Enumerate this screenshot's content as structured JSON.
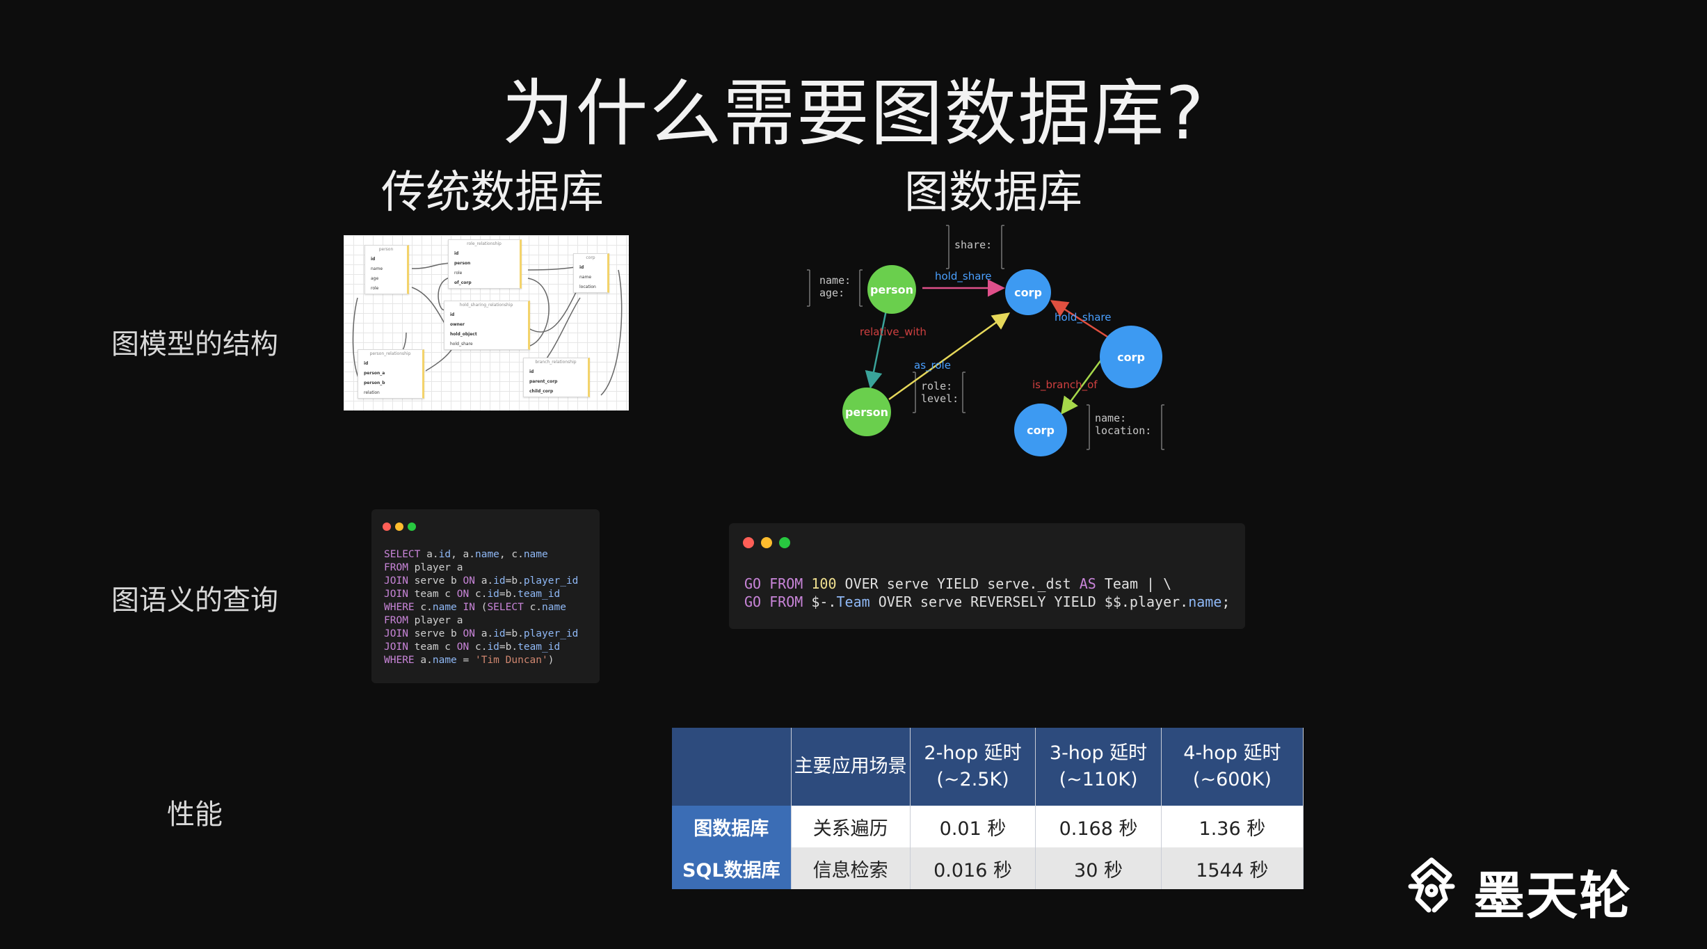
{
  "title": "为什么需要图数据库?",
  "columns": {
    "traditional": "传统数据库",
    "graph": "图数据库"
  },
  "rows": {
    "model": "图模型的结构",
    "query": "图语义的查询",
    "perf": "性能"
  },
  "er_diagram": {
    "tables": [
      {
        "name": "person",
        "fields": [
          "id",
          "name",
          "age",
          "role"
        ]
      },
      {
        "name": "role_relationship",
        "fields": [
          "id",
          "person",
          "role",
          "of_corp"
        ]
      },
      {
        "name": "corp",
        "fields": [
          "id",
          "name",
          "location"
        ]
      },
      {
        "name": "hold_sharing_relationship",
        "fields": [
          "id",
          "owner",
          "hold_object",
          "hold_share"
        ]
      },
      {
        "name": "person_relationship",
        "fields": [
          "id",
          "person_a",
          "person_b",
          "relation"
        ]
      },
      {
        "name": "branch_relationship",
        "fields": [
          "id",
          "parent_corp",
          "child_corp"
        ]
      }
    ]
  },
  "graph": {
    "nodes": {
      "person1": "person",
      "person2": "person",
      "corp1": "corp",
      "corp2": "corp",
      "corp3": "corp"
    },
    "edges": {
      "hold_share1": "hold_share",
      "hold_share2": "hold_share",
      "relative_with": "relative_with",
      "as_role": "as_role",
      "is_branch_of": "is_branch_of"
    },
    "props": {
      "person": [
        "name:",
        "age:"
      ],
      "share": [
        "share:"
      ],
      "role": [
        "role:",
        "level:"
      ],
      "corp": [
        "name:",
        "location:"
      ]
    }
  },
  "sql_code": [
    [
      [
        "kw",
        "SELECT"
      ],
      [
        "t",
        " a."
      ],
      [
        "fn",
        "id"
      ],
      [
        "t",
        ", a."
      ],
      [
        "fn",
        "name"
      ],
      [
        "t",
        ", c."
      ],
      [
        "fn",
        "name"
      ]
    ],
    [
      [
        "kw",
        "FROM"
      ],
      [
        "t",
        " player a"
      ]
    ],
    [
      [
        "kw",
        "JOIN"
      ],
      [
        "t",
        " serve b "
      ],
      [
        "kw",
        "ON"
      ],
      [
        "t",
        " a."
      ],
      [
        "fn",
        "id"
      ],
      [
        "t",
        "=b."
      ],
      [
        "fn",
        "player_id"
      ]
    ],
    [
      [
        "kw",
        "JOIN"
      ],
      [
        "t",
        " team c "
      ],
      [
        "kw",
        "ON"
      ],
      [
        "t",
        " c."
      ],
      [
        "fn",
        "id"
      ],
      [
        "t",
        "=b."
      ],
      [
        "fn",
        "team_id"
      ]
    ],
    [
      [
        "kw",
        "WHERE"
      ],
      [
        "t",
        " c."
      ],
      [
        "fn",
        "name"
      ],
      [
        "t",
        " "
      ],
      [
        "kw",
        "IN"
      ],
      [
        "t",
        " ("
      ],
      [
        "kw",
        "SELECT"
      ],
      [
        "t",
        " c."
      ],
      [
        "fn",
        "name"
      ]
    ],
    [
      [
        "kw",
        "FROM"
      ],
      [
        "t",
        " player a"
      ]
    ],
    [
      [
        "kw",
        "JOIN"
      ],
      [
        "t",
        " serve b "
      ],
      [
        "kw",
        "ON"
      ],
      [
        "t",
        " a."
      ],
      [
        "fn",
        "id"
      ],
      [
        "t",
        "=b."
      ],
      [
        "fn",
        "player_id"
      ]
    ],
    [
      [
        "kw",
        "JOIN"
      ],
      [
        "t",
        " team c "
      ],
      [
        "kw",
        "ON"
      ],
      [
        "t",
        " c."
      ],
      [
        "fn",
        "id"
      ],
      [
        "t",
        "=b."
      ],
      [
        "fn",
        "team_id"
      ]
    ],
    [
      [
        "kw",
        "WHERE"
      ],
      [
        "t",
        " a."
      ],
      [
        "fn",
        "name"
      ],
      [
        "t",
        " = "
      ],
      [
        "str",
        "'Tim Duncan'"
      ],
      [
        "t",
        ")"
      ]
    ]
  ],
  "ngql_code": [
    [
      [
        "kw",
        "GO"
      ],
      [
        "t",
        " "
      ],
      [
        "kw",
        "FROM"
      ],
      [
        "t",
        " "
      ],
      [
        "num",
        "100"
      ],
      [
        "t",
        " OVER serve YIELD serve._dst "
      ],
      [
        "kw",
        "AS"
      ],
      [
        "t",
        " Team | \\"
      ]
    ],
    [
      [
        "kw",
        "GO"
      ],
      [
        "t",
        " "
      ],
      [
        "kw",
        "FROM"
      ],
      [
        "t",
        " $-."
      ],
      [
        "fn",
        "Team"
      ],
      [
        "t",
        " OVER serve REVERSELY YIELD $$.player."
      ],
      [
        "fn",
        "name"
      ],
      [
        "t",
        ";"
      ]
    ]
  ],
  "perf_table": {
    "headers": [
      "",
      "主要应用场景",
      "2-hop 延时\n(~2.5K)",
      "3-hop 延时\n(~110K)",
      "4-hop 延时\n(~600K)"
    ],
    "rows": [
      [
        "图数据库",
        "关系遍历",
        "0.01 秒",
        "0.168 秒",
        "1.36 秒"
      ],
      [
        "SQL数据库",
        "信息检索",
        "0.016 秒",
        "30 秒",
        "1544 秒"
      ]
    ]
  },
  "logo": {
    "text": "墨天轮"
  },
  "colors": {
    "node_green": "#6acf4d",
    "node_blue": "#3d9af2",
    "table_header": "#2d4b7d",
    "row_header": "#3b6db5"
  }
}
